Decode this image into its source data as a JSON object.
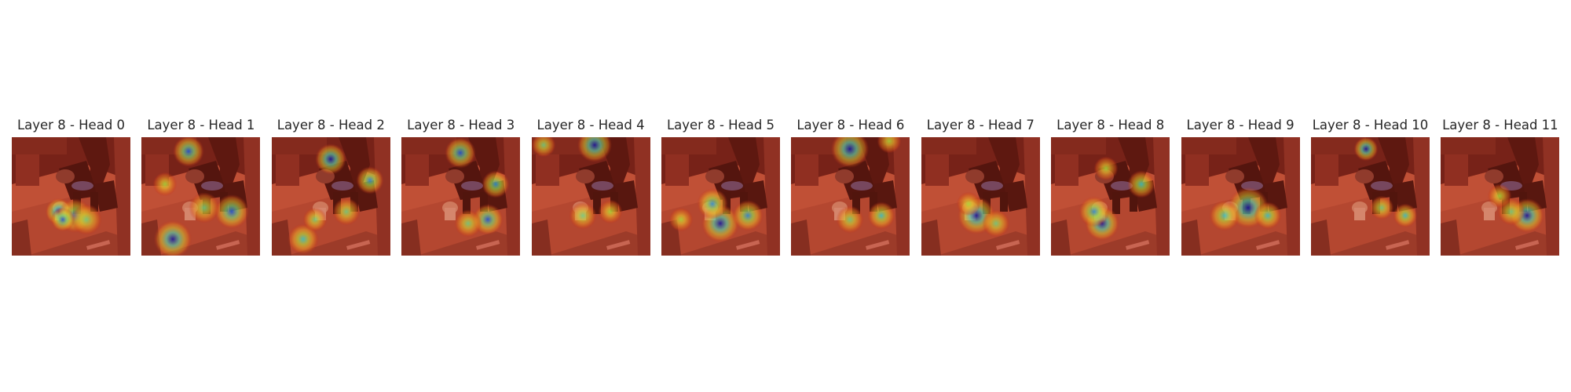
{
  "figure": {
    "panels": [
      {
        "title": "Layer 8 - Head 0"
      },
      {
        "title": "Layer 8 - Head 1"
      },
      {
        "title": "Layer 8 - Head 2"
      },
      {
        "title": "Layer 8 - Head 3"
      },
      {
        "title": "Layer 8 - Head 4"
      },
      {
        "title": "Layer 8 - Head 5"
      },
      {
        "title": "Layer 8 - Head 6"
      },
      {
        "title": "Layer 8 - Head 7"
      },
      {
        "title": "Layer 8 - Head 8"
      },
      {
        "title": "Layer 8 - Head 9"
      },
      {
        "title": "Layer 8 - Head 10"
      },
      {
        "title": "Layer 8 - Head 11"
      }
    ]
  }
}
